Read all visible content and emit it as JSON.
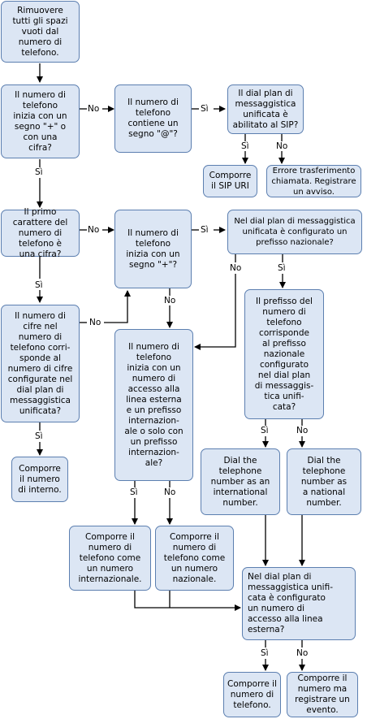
{
  "nodes": {
    "remove_spaces": "Rimuovere\ntutti gli spazi\nvuoti dal\nnumero di\ntelefono.",
    "starts_plus_or_digit": "Il numero di\ntelefono\ninizia con un\nsegno \"+\" o\ncon una\ncifra?",
    "contains_at": "Il numero di\ntelefono\ncontiene un\nsegno \"@\"?",
    "sip_enabled": "Il dial plan di\nmessaggistica\nunificata è\nabilitato al SIP?",
    "compose_sip": "Comporre\nil SIP URI",
    "transfer_error": "Errore trasferimento\nchiamata. Registrare\nun avviso.",
    "first_char_digit": "Il primo\ncarattere del\nnumero di\ntelefono è\nuna cifra?",
    "starts_plus": "Il numero di\ntelefono\ninizia con un\nsegno \"+\"?",
    "national_prefix_configured": "Nel dial plan di messaggistica\nunificata è configurato un\nprefisso nazionale?",
    "digit_count_match": "Il numero di\ncifre nel\nnumero di\ntelefono corri-\nsponde al\nnumero di cifre\nconfigurate nel\ndial plan di\nmessaggistica\nunificata?",
    "prefix_matches": "Il prefisso del\nnumero di\ntelefono\ncorrisponde\nal prefisso\nnazionale\nconfigurato\nnel dial plan\ndi messaggis-\ntica unifi-\ncata?",
    "starts_access_number": "Il numero di\ntelefono\ninizia con un\nnumero di\naccesso alla\nlinea esterna\ne un prefisso\ninternazion-\nale o solo con\nun prefisso\ninternazion-\nale?",
    "compose_internal": "Comporre\nil numero\ndi interno.",
    "dial_international": "Dial the\ntelephone\nnumber as an\ninternational\nnumber.",
    "dial_national": "Dial the\ntelephone\nnumber as\na national\nnumber.",
    "compose_international": "Comporre il\nnumero di\ntelefono come\nun numero\ninternazionale.",
    "compose_national": "Comporre il\nnumero di\ntelefono come\nun numero\nnazionale.",
    "external_access_configured": "Nel dial plan di\nmessaggistica unifi-\ncata è configurato\nun numero di\naccesso alla linea\nesterna?",
    "compose_number": "Comporre il\nnumero di\ntelefono.",
    "compose_log_event": "Comporre il\nnumero ma\nregistrare un\nevento."
  },
  "labels": {
    "no": "No",
    "si": "Sì"
  },
  "colors": {
    "box_fill": "#dce6f4",
    "box_border": "#5c7fb0",
    "connector": "#000000"
  }
}
